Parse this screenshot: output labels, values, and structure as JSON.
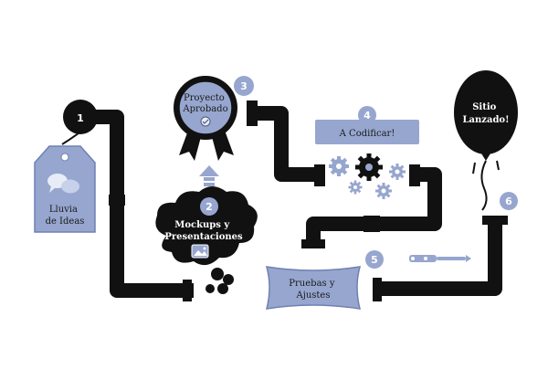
{
  "colors": {
    "pipe": "#111111",
    "accent": "#97a6cf",
    "accent_dark": "#6f80b3",
    "bg": "#ffffff"
  },
  "steps": [
    {
      "number": "1",
      "lines": [
        "Lluvia",
        "de Ideas"
      ],
      "icon": "chat-bubbles-icon"
    },
    {
      "number": "2",
      "lines": [
        "Mockups y",
        "Presentaciones"
      ],
      "icon": "image-icon"
    },
    {
      "number": "3",
      "lines": [
        "Proyecto",
        "Aprobado"
      ],
      "icon": "approval-badge-icon"
    },
    {
      "number": "4",
      "lines": [
        "A Codificar!"
      ],
      "icon": "gears-icon"
    },
    {
      "number": "5",
      "lines": [
        "Pruebas y",
        "Ajustes"
      ],
      "icon": "wrench-icon"
    },
    {
      "number": "6",
      "lines": [
        "Sitio",
        "Lanzado!"
      ],
      "icon": "balloon-icon"
    }
  ]
}
